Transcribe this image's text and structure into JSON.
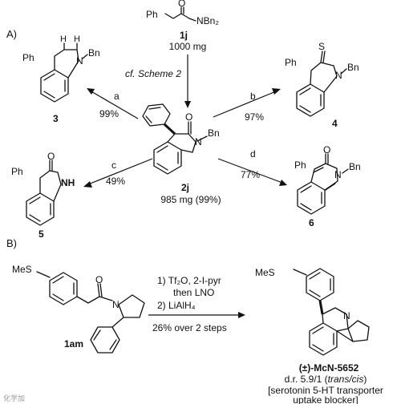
{
  "section_a_label": "A)",
  "section_b_label": "B)",
  "top_atoms": {
    "ph": "Ph",
    "o": "O",
    "nbn2": "NBn₂"
  },
  "start_compound": {
    "id": "1j",
    "mass": "1000 mg"
  },
  "main_arrow_note": "cf. Scheme 2",
  "center_compound": {
    "id": "2j",
    "mass": "985 mg (99%)",
    "o": "O",
    "n": "N",
    "bn": "Bn"
  },
  "arrow_a": {
    "letter": "a",
    "yield": "99%"
  },
  "arrow_b": {
    "letter": "b",
    "yield": "97%"
  },
  "arrow_c": {
    "letter": "c",
    "yield": "49%"
  },
  "arrow_d": {
    "letter": "d",
    "yield": "77%"
  },
  "compound_3": {
    "id": "3",
    "ph": "Ph",
    "h1": "H",
    "h2": "H",
    "n": "N",
    "bn": "Bn"
  },
  "compound_4": {
    "id": "4",
    "ph": "Ph",
    "s": "S",
    "n": "N",
    "bn": "Bn"
  },
  "compound_5": {
    "id": "5",
    "ph": "Ph",
    "o": "O",
    "nh": "NH"
  },
  "compound_6": {
    "id": "6",
    "ph": "Ph",
    "o": "O",
    "n": "N",
    "bn": "Bn"
  },
  "compound_1am": {
    "id": "1am",
    "mes": "MeS",
    "o": "O",
    "n": "N"
  },
  "conditions_b": {
    "line1": "1) Tf₂O, 2-I-pyr",
    "line2": "then LNO",
    "line3": "2) LiAlH₄",
    "yield": "26% over 2 steps"
  },
  "product": {
    "mes": "MeS",
    "n": "N",
    "name": "(±)-McN-5652",
    "dr_prefix": "d.r. 5.9/1 (",
    "dr_italic": "trans/cis",
    "dr_suffix": ")",
    "note1": "[serotonin 5-HT transporter",
    "note2": "uptake blocker]"
  },
  "watermark": "化学加"
}
